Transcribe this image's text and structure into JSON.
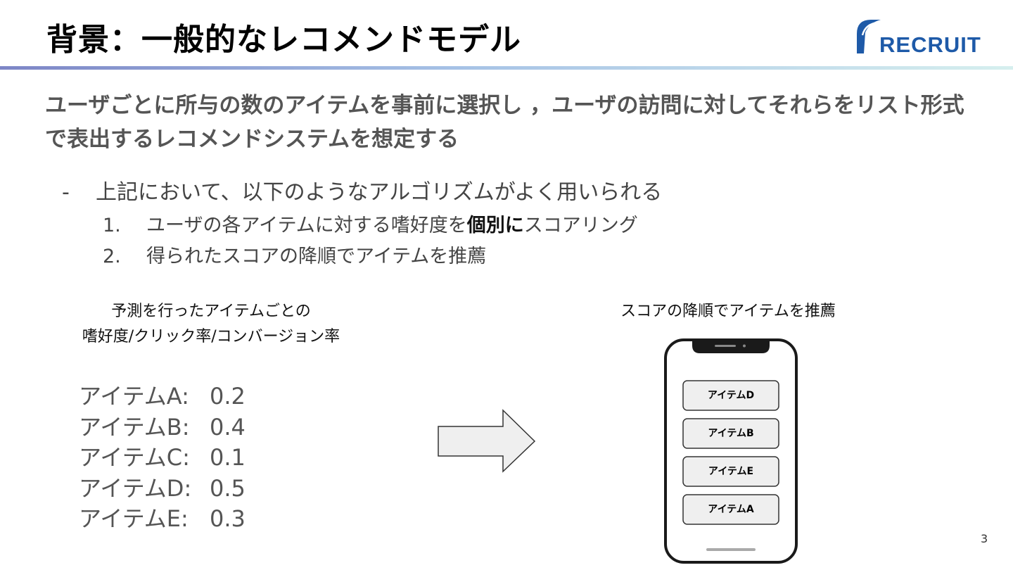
{
  "header": {
    "title": "背景：一般的なレコメンドモデル",
    "logo_text": "RECRUIT"
  },
  "lead": "ユーザごとに所与の数のアイテムを事前に選択し ，ユーザの訪問に対してそれらをリスト形式で表出するレコメンドシステムを想定する",
  "bullet": {
    "dash": "-",
    "text": "上記において、以下のようなアルゴリズムがよく用いられる"
  },
  "steps": [
    {
      "n": "1.",
      "pre": "ユーザの各アイテムに対する嗜好度を",
      "bold": "個別に",
      "post": "スコアリング"
    },
    {
      "n": "2.",
      "pre": "得られたスコアの降順でアイテムを推薦",
      "bold": "",
      "post": ""
    }
  ],
  "left_caption": {
    "line1": "予測を行ったアイテムごとの",
    "line2": "嗜好度/クリック率/コンバージョン率"
  },
  "right_caption": "スコアの降順でアイテムを推薦",
  "scores": [
    {
      "label": "アイテムA:",
      "value": "0.2"
    },
    {
      "label": "アイテムB:",
      "value": "0.4"
    },
    {
      "label": "アイテムC:",
      "value": "0.1"
    },
    {
      "label": "アイテムD:",
      "value": "0.5"
    },
    {
      "label": "アイテムE:",
      "value": "0.3"
    }
  ],
  "phone_items": [
    "アイテムD",
    "アイテムB",
    "アイテムE",
    "アイテムA"
  ],
  "page_number": "3",
  "colors": {
    "logo_blue": "#1e5aa8",
    "rule_start": "#7d86c6",
    "rule_end": "#d6efee",
    "arrow_fill": "#efefef"
  }
}
